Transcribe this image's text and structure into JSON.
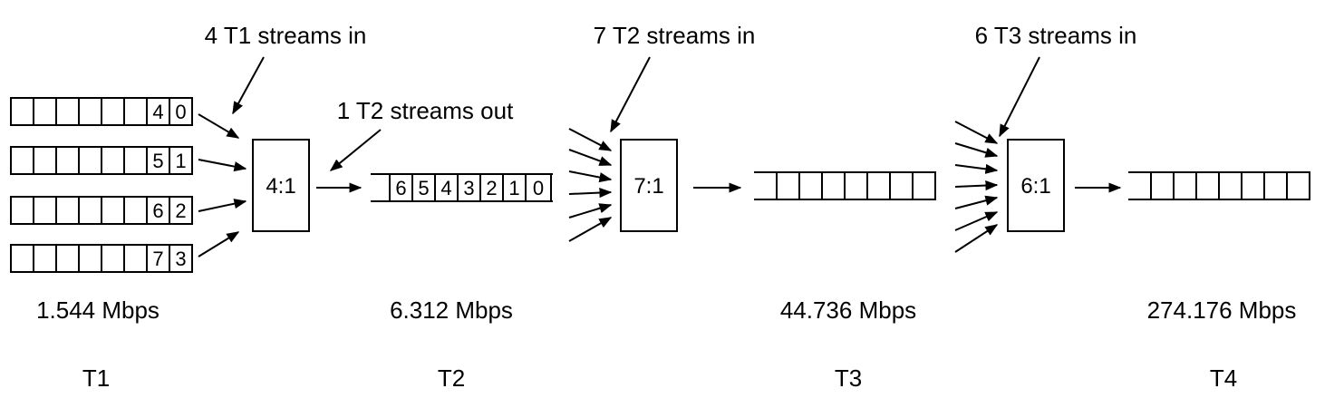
{
  "colors": {
    "ink": "#000000",
    "background": "#ffffff"
  },
  "labels": {
    "t1_in": "4 T1 streams in",
    "t2_out": "1 T2 streams out",
    "t2_in": "7 T2 streams in",
    "t3_in": "6 T3 streams in"
  },
  "t1_queues": [
    {
      "cells": [
        "4",
        "0"
      ]
    },
    {
      "cells": [
        "5",
        "1"
      ]
    },
    {
      "cells": [
        "6",
        "2"
      ]
    },
    {
      "cells": [
        "7",
        "3"
      ]
    }
  ],
  "t2_queue": {
    "cells": [
      "6",
      "5",
      "4",
      "3",
      "2",
      "1",
      "0"
    ]
  },
  "multiplexers": [
    {
      "ratio": "4:1"
    },
    {
      "ratio": "7:1"
    },
    {
      "ratio": "6:1"
    }
  ],
  "levels": [
    {
      "rate": "1.544 Mbps",
      "name": "T1"
    },
    {
      "rate": "6.312 Mbps",
      "name": "T2"
    },
    {
      "rate": "44.736 Mbps",
      "name": "T3"
    },
    {
      "rate": "274.176 Mbps",
      "name": "T4"
    }
  ]
}
